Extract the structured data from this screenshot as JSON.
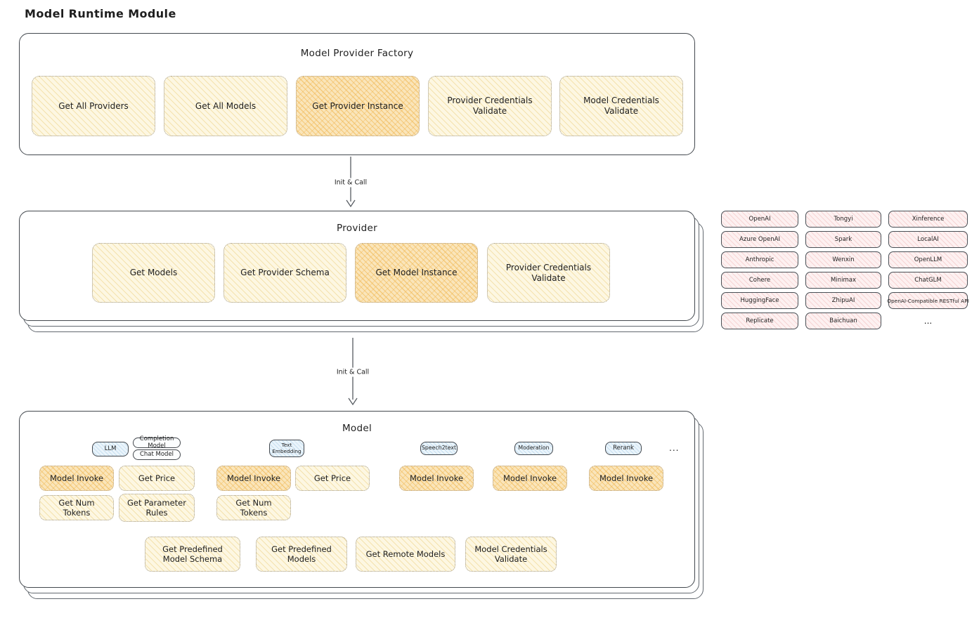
{
  "page": {
    "title": "Model Runtime Module"
  },
  "factory": {
    "title": "Model Provider Factory",
    "boxes": [
      {
        "label": "Get All Providers",
        "highlight": false
      },
      {
        "label": "Get All Models",
        "highlight": false
      },
      {
        "label": "Get Provider Instance",
        "highlight": true
      },
      {
        "label": "Provider Credentials Validate",
        "highlight": false
      },
      {
        "label": "Model Credentials Validate",
        "highlight": false
      }
    ]
  },
  "arrows": [
    {
      "label": "Init & Call"
    },
    {
      "label": "Init & Call"
    }
  ],
  "provider": {
    "title": "Provider",
    "boxes": [
      {
        "label": "Get Models",
        "highlight": false
      },
      {
        "label": "Get Provider Schema",
        "highlight": false
      },
      {
        "label": "Get Model Instance",
        "highlight": true
      },
      {
        "label": "Provider Credentials Validate",
        "highlight": false
      }
    ]
  },
  "vendors": [
    "OpenAI",
    "Tongyi",
    "Xinference",
    "Azure OpenAI",
    "Spark",
    "LocalAI",
    "Anthropic",
    "Wenxin",
    "OpenLLM",
    "Cohere",
    "Minimax",
    "ChatGLM",
    "HuggingFace",
    "ZhipuAI",
    "OpenAI-Compatible RESTful API",
    "Replicate",
    "Baichuan"
  ],
  "vendors_more": "...",
  "model": {
    "title": "Model",
    "tags": {
      "llm": "LLM",
      "completion": "Completion Model",
      "chat": "Chat Model",
      "text_embedding": "Text Embedding",
      "speech2text": "Speech2text",
      "moderation": "Moderation",
      "rerank": "Rerank",
      "more": "..."
    },
    "ops": {
      "model_invoke": "Model Invoke",
      "get_price": "Get Price",
      "get_num_tokens": "Get Num Tokens",
      "get_parameter_rules": "Get Parameter Rules",
      "get_predefined_model_schema": "Get Predefined Model Schema",
      "get_predefined_models": "Get Predefined Models",
      "get_remote_models": "Get Remote Models",
      "model_credentials_validate": "Model Credentials Validate"
    }
  },
  "colors": {
    "ink": "#1e1e1e",
    "stroke": "#43484e",
    "yellow_fill": "#fdf7e2",
    "yellow_hatch": "#eccd7a",
    "orange_fill": "#fae5ba",
    "orange_hatch": "#f0b752",
    "pink_fill": "#fdf1f1",
    "pink_hatch": "#eb9e9e",
    "blue_fill": "#eaf4fb",
    "blue_hatch": "#96c3e1"
  }
}
